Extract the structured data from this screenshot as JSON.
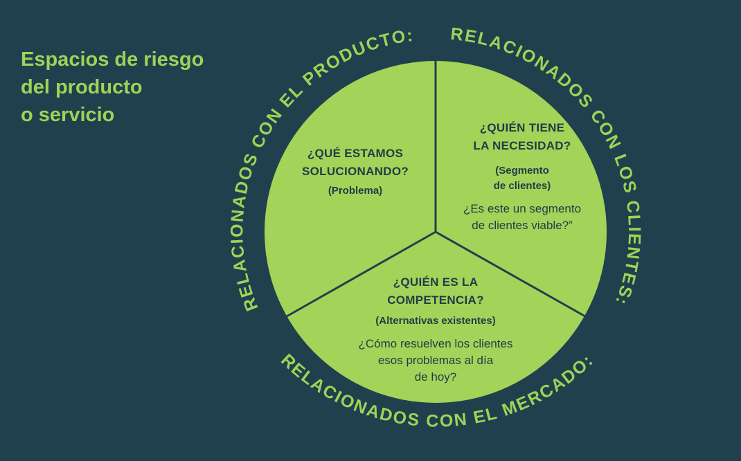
{
  "heading": {
    "line1": "Espacios de riesgo",
    "line2": "del producto",
    "line3": "o servicio"
  },
  "ring_labels": {
    "producto": "RELACIONADOS CON EL PRODUCTO:",
    "clientes": "RELACIONADOS CON LOS CLIENTES:",
    "mercado": "RELACIONADOS CON EL MERCADO:"
  },
  "segments": {
    "problema": {
      "question_line1": "¿QUÉ ESTAMOS",
      "question_line2": "SOLUCIONANDO?",
      "subtitle": "(Problema)"
    },
    "clientes": {
      "question_line1": "¿QUIÉN TIENE",
      "question_line2": "LA NECESIDAD?",
      "subtitle_line1": "(Segmento",
      "subtitle_line2": "de clientes)",
      "body_line1": "¿Es este un segmento",
      "body_line2": "de clientes viable?”"
    },
    "competencia": {
      "question_line1": "¿QUIÉN ES LA",
      "question_line2": "COMPETENCIA?",
      "subtitle": "(Alternativas existentes)",
      "body_line1": "¿Cómo resuelven los clientes",
      "body_line2": "esos problemas al día",
      "body_line3": "de hoy?"
    }
  },
  "colors": {
    "background": "#20404e",
    "circle_fill": "#a3d459",
    "accent_text": "#9fd357",
    "dark_text": "#1e3c48"
  }
}
